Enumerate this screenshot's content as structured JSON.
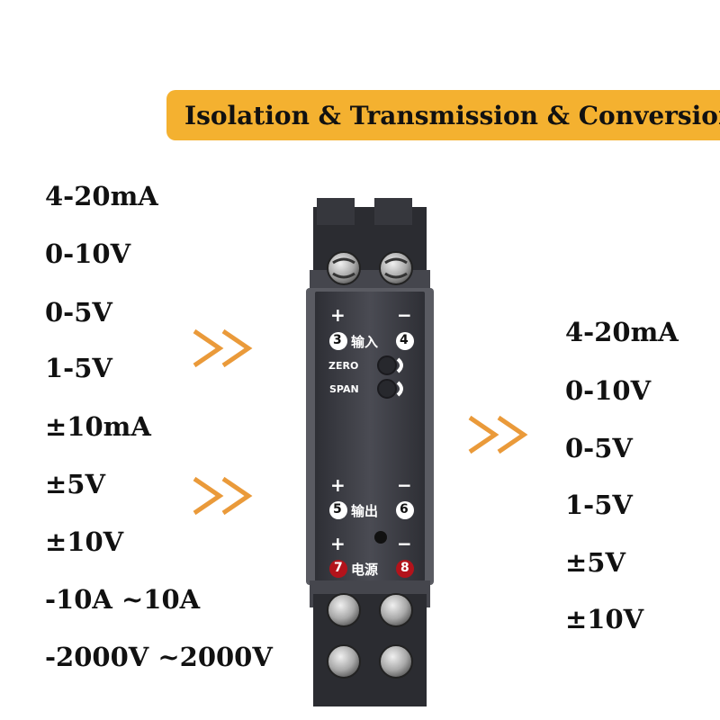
{
  "banner": {
    "title": "Isolation & Transmission & Conversion"
  },
  "inputs": [
    "4-20mA",
    "0-10V",
    "0-5V",
    "1-5V",
    "±10mA",
    "±5V",
    "±10V",
    "-10A ~10A",
    "-2000V ~2000V"
  ],
  "outputs": [
    "4-20mA",
    "0-10V",
    "0-5V",
    "1-5V",
    "±5V",
    "±10V"
  ],
  "device": {
    "plus": "+",
    "minus": "−",
    "term3": "3",
    "term4": "4",
    "term5": "5",
    "term6": "6",
    "term7": "7",
    "term8": "8",
    "input_label": "输入",
    "output_label": "输出",
    "power_label": "电源",
    "zero_label": "ZERO",
    "span_label": "SPAN"
  },
  "colors": {
    "banner": "#f4b130",
    "chevron": "#ea9a3a",
    "device_body": "#3c3d44",
    "power_terminal": "#b3131b"
  }
}
